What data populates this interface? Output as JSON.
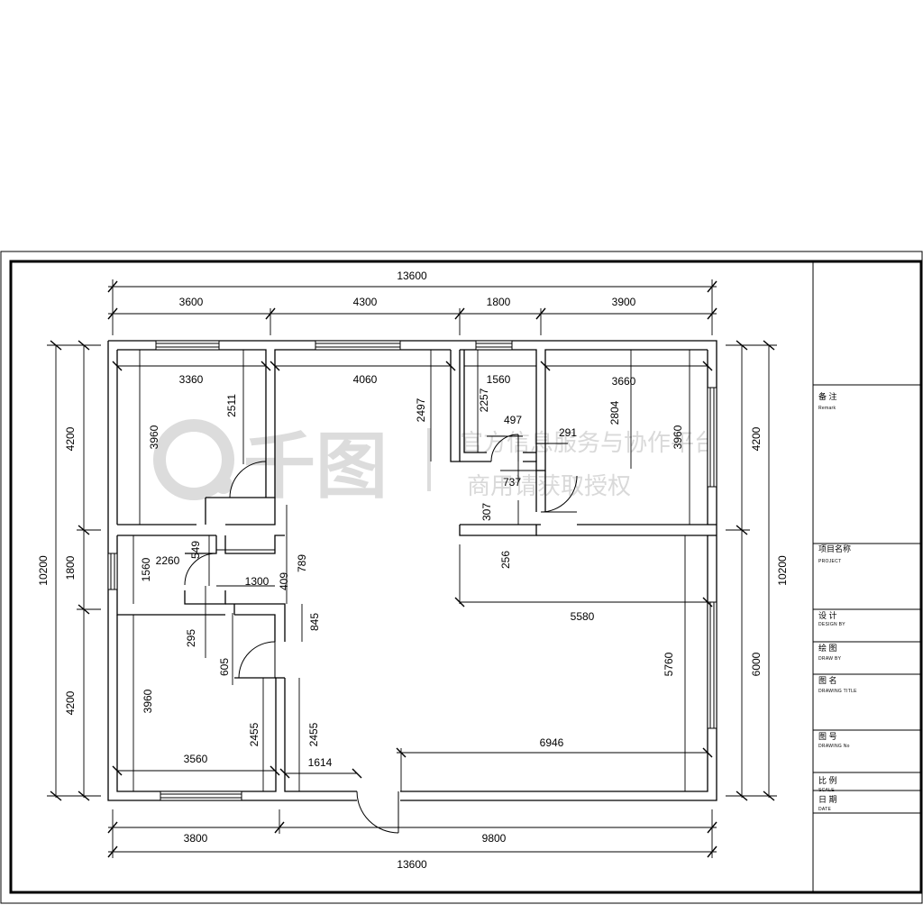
{
  "dimensions": {
    "top_total": "13600",
    "top_segments": [
      "3600",
      "4300",
      "1800",
      "3900"
    ],
    "bottom_total": "13600",
    "bottom_segments": [
      "3800",
      "9800"
    ],
    "left_total": "10200",
    "left_segments": [
      "4200",
      "1800",
      "4200"
    ],
    "right_total": "10200",
    "right_segments": [
      "4200",
      "6000"
    ],
    "interior": {
      "bedroom_nw_width": "3360",
      "bedroom_nw_height": "3960",
      "bedroom_nw_wall": "2511",
      "room_north_width": "4060",
      "room_north_height": "2497",
      "bath_north_width": "1560",
      "bath_north_height": "2257",
      "door_497": "497",
      "door_291": "291",
      "gap_737": "737",
      "gap_307": "307",
      "bedroom_ne_width": "3660",
      "bedroom_ne_wall": "2804",
      "bedroom_ne_height": "3960",
      "gap_256": "256",
      "living_width": "5580",
      "living_height": "5760",
      "bath_west_height": "1560",
      "bath_west_width": "2260",
      "door_549": "549",
      "corridor_1300": "1300",
      "gap_409": "409",
      "gap_789": "789",
      "gap_845": "845",
      "gap_295": "295",
      "gap_605": "605",
      "bedroom_sw_height": "3960",
      "bedroom_sw_width": "3560",
      "bedroom_sw_wall": "2455",
      "corridor_wall": "2455",
      "entry_1614": "1614",
      "hall_6946": "6946"
    }
  },
  "title_block": {
    "rows": [
      {
        "cn": "备 注",
        "en": "Remark"
      },
      {
        "cn": "项目名称",
        "en": "PROJECT"
      },
      {
        "cn": "设 计",
        "en": "DESIGN BY"
      },
      {
        "cn": "绘 图",
        "en": "DRAW BY"
      },
      {
        "cn": "图 名",
        "en": "DRAWING TITLE"
      },
      {
        "cn": "图 号",
        "en": "DRAWING No"
      },
      {
        "cn": "比 例",
        "en": "SCALE"
      },
      {
        "cn": "日 期",
        "en": "DATE"
      }
    ]
  },
  "watermark": {
    "logo_text": "千图",
    "line1": "官方信息服务与协作平台",
    "line2": "商用请获取授权"
  },
  "colors": {
    "line": "#000000",
    "watermark": "#d9d9d9",
    "background": "#ffffff"
  }
}
